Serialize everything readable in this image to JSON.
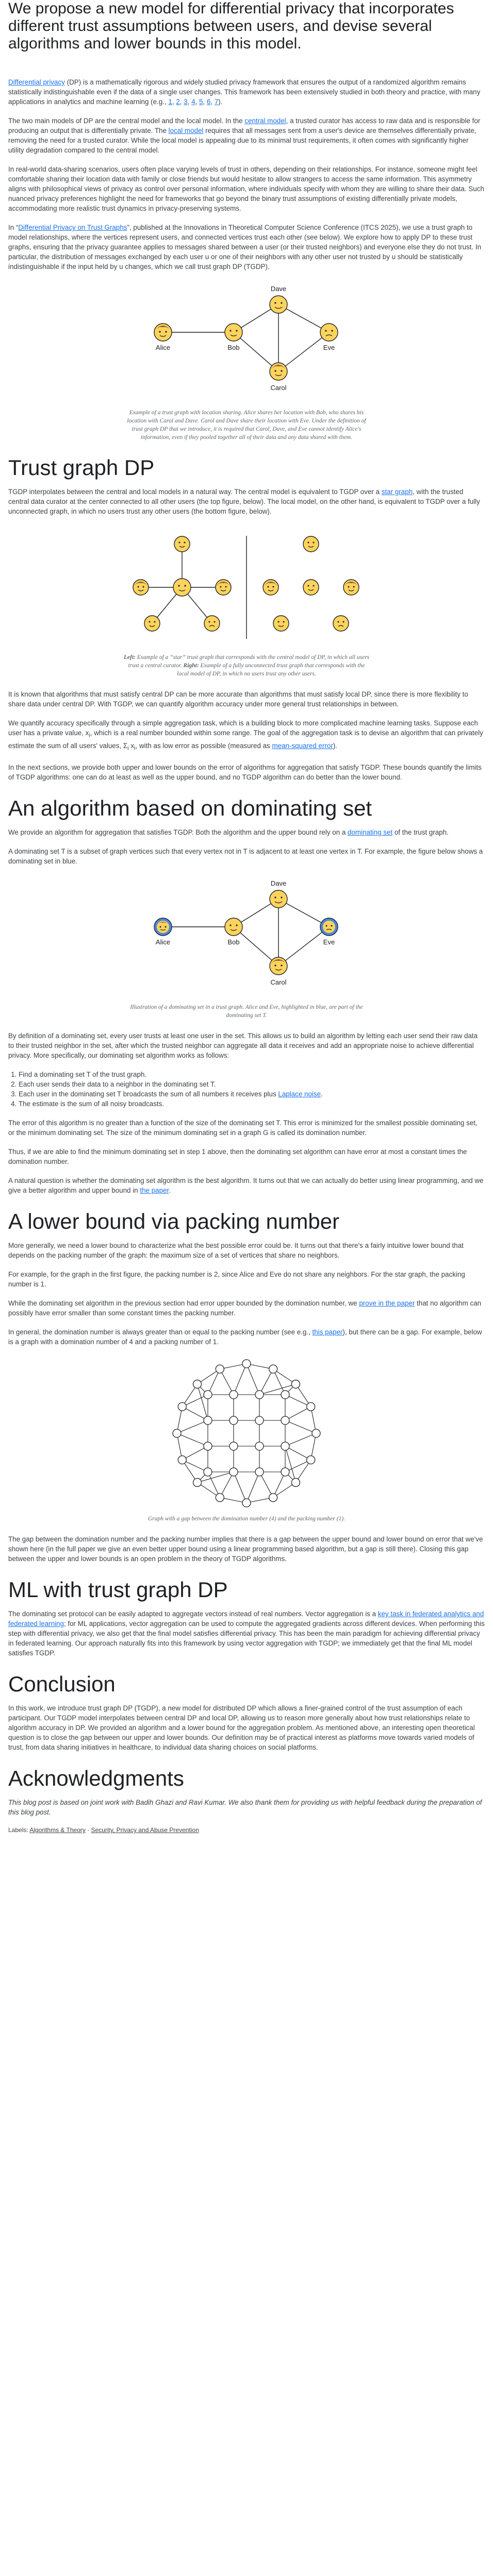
{
  "lede": "We propose a new model for differential privacy that incorporates different trust assumptions between users, and devise several algorithms and lower bounds in this model.",
  "intro": {
    "p1": {
      "link_dp": "Differential privacy",
      "t1": " (DP) is a mathematically rigorous and widely studied privacy framework that ensures the output of a randomized algorithm remains statistically indistinguishable even if the data of a single user changes. This framework has been extensively studied in both theory and practice, with many applications in analytics and machine learning (e.g., ",
      "refs": [
        "1",
        "2",
        "3",
        "4",
        "5",
        "6",
        "7"
      ],
      "t2": ")."
    },
    "p2": {
      "t1": "The two main models of DP are the central model and the local model. In the ",
      "link_central": "central model",
      "t2": ", a trusted curator has access to raw data and is responsible for producing an output that is differentially private. The ",
      "link_local": "local model",
      "t3": " requires that all messages sent from a user's device are themselves differentially private, removing the need for a trusted curator. While the local model is appealing due to its minimal trust requirements, it often comes with significantly higher utility degradation compared to the central model."
    },
    "p3": "In real-world data-sharing scenarios, users often place varying levels of trust in others, depending on their relationships. For instance, someone might feel comfortable sharing their location data with family or close friends but would hesitate to allow strangers to access the same information. This asymmetry aligns with philosophical views of privacy as control over personal information, where individuals specify with whom they are willing to share their data. Such nuanced privacy preferences highlight the need for frameworks that go beyond the binary trust assumptions of existing differentially private models, accommodating more realistic trust dynamics in privacy-preserving systems.",
    "p4": {
      "t1": "In “",
      "link_paper": "Differential Privacy on Trust Graphs",
      "t2": "”, published at the Innovations in Theoretical Computer Science Conference (ITCS 2025), we use a trust graph to model relationships, where the vertices represent users, and connected vertices trust each other (see below). We explore how to apply DP to these trust graphs, ensuring that the privacy guarantee applies to messages shared between a user (or their trusted neighbors) and everyone else they do not trust. In particular, the distribution of messages exchanged by each user u or one of their neighbors with any other user not trusted by u should be statistically indistinguishable if the input held by u changes, which we call trust graph DP (TGDP)."
    }
  },
  "figure1": {
    "nodes": {
      "dave": "Dave",
      "alice": "Alice",
      "bob": "Bob",
      "eve": "Eve",
      "carol": "Carol"
    },
    "caption": "Example of a trust graph with location sharing. Alice shares her location with Bob, who shares his location with Carol and Dave. Carol and Dave share their location with Eve. Under the definition of trust graph DP that we introduce, it is required that Carol, Dave, and Eve cannot identify Alice's information, even if they pooled together all of their data and any data shared with them."
  },
  "trust_graph_dp": {
    "heading": "Trust graph DP",
    "p1": {
      "t1": "TGDP interpolates between the central and local models in a natural way. The central model is equivalent to TGDP over a ",
      "link_star": "star graph",
      "t2": ", with the trusted central data curator at the center connected to all other users (the top figure, below). The local model, on the other hand, is equivalent to TGDP over a fully unconnected graph, in which no users trust any other users (the bottom figure, below)."
    },
    "caption_left_bold": "Left:",
    "caption_left": " Example of a “star” trust graph that corresponds with the central model of DP, in which all users trust a central curator. ",
    "caption_right_bold": "Right:",
    "caption_right": " Example of a fully unconnected trust graph that corresponds with the local model of DP, in which no users trust any other users.",
    "p2": "It is known that algorithms that must satisfy central DP can be more accurate than algorithms that must satisfy local DP, since there is more flexibility to share data under central DP. With TGDP, we can quantify algorithm accuracy under more general trust relationships in between.",
    "p3": {
      "t1": "We quantify accuracy specifically through a simple aggregation task, which is a building block to more complicated machine learning tasks. Suppose each user has a private value, x",
      "sub_i": "i",
      "t2": ", which is a real number bounded within some range. The goal of the aggregation task is to devise an algorithm that can privately estimate the sum of all users' values, Σ",
      "sub_i2": "i",
      "t3": " x",
      "sub_i3": "i",
      "t4": ", with as low error as possible (measured as ",
      "link_mse": "mean-squared error",
      "t5": ")."
    },
    "p4": "In the next sections, we provide both upper and lower bounds on the error of algorithms for aggregation that satisfy TGDP. These bounds quantify the limits of TGDP algorithms: one can do at least as well as the upper bound, and no TGDP algorithm can do better than the lower bound."
  },
  "dominating": {
    "heading": "An algorithm based on dominating set",
    "p1": {
      "t1": "We provide an algorithm for aggregation that satisfies TGDP. Both the algorithm and the upper bound rely on a ",
      "link_ds": "dominating set",
      "t2": " of the trust graph."
    },
    "p2": "A dominating set T is a subset of graph vertices such that every vertex not in T is adjacent to at least one vertex in T. For example, the figure below shows a dominating set in blue.",
    "caption": "Illustration of a dominating set in a trust graph. Alice and Eve, highlighted in blue, are part of the dominating set T.",
    "p3": "By definition of a dominating set, every user trusts at least one user in the set. This allows us to build an algorithm by letting each user send their raw data to their trusted neighbor in the set, after which the trusted neighbor can aggregate all data it receives and add an appropriate noise to achieve differential privacy. More specifically, our dominating set algorithm works as follows:",
    "steps": [
      "Find a dominating set T of the trust graph.",
      "Each user sends their data to a neighbor in the dominating set T.",
      "Each user in the dominating set T broadcasts the sum of all numbers it receives plus ",
      "The estimate is the sum of all noisy broadcasts."
    ],
    "step3_link": "Laplace noise",
    "step3_end": ".",
    "p4": "The error of this algorithm is no greater than a function of the size of the dominating set T. This error is minimized for the smallest possible dominating set, or the minimum dominating set. The size of the minimum dominating set in a graph G is called its domination number.",
    "p5": "Thus, if we are able to find the minimum dominating set in step 1 above, then the dominating set algorithm can have error at most a constant times the domination number.",
    "p6": {
      "t1": "A natural question is whether the dominating set algorithm is the best algorithm. It turns out that we can actually do better using linear programming, and we give a better algorithm and upper bound in ",
      "link": "the paper",
      "t2": "."
    }
  },
  "lower_bound": {
    "heading": "A lower bound via packing number",
    "p1": "More generally, we need a lower bound to characterize what the best possible error could be. It turns out that there's a fairly intuitive lower bound that depends on the packing number of the graph: the maximum size of a set of vertices that share no neighbors.",
    "p2": "For example, for the graph in the first figure, the packing number is 2, since Alice and Eve do not share any neighbors. For the star graph, the packing number is 1.",
    "p3": {
      "t1": "While the dominating set algorithm in the previous section had error upper bounded by the domination number, we ",
      "link": "prove in the paper",
      "t2": " that no algorithm can possibly have error smaller than some constant times the packing number."
    },
    "p4": {
      "t1": "In general, the domination number is always greater than or equal to the packing number (see e.g., ",
      "link": "this paper",
      "t2": "), but there can be a gap. For example, below is a graph with a domination number of 4 and a packing number of 1."
    },
    "caption": "Graph with a gap between the domination number (4) and the packing number (1).",
    "p5": "The gap between the domination number and the packing number implies that there is a gap between the upper bound and lower bound on error that we've shown here (in the full paper we give an even better upper bound using a linear programming based algorithm, but a gap is still there). Closing this gap between the upper and lower bounds is an open problem in the theory of TGDP algorithms."
  },
  "ml": {
    "heading": "ML with trust graph DP",
    "p1": {
      "t1": "The dominating set protocol can be easily adapted to aggregate vectors instead of real numbers. Vector aggregation is a ",
      "link": "key task in federated analytics and federated learning",
      "t2": "; for ML applications, vector aggregation can be used to compute the aggregated gradients across different devices. When performing this step with differential privacy, we also get that the final model satisfies differential privacy. This has been the main paradigm for achieving differential privacy in federated learning. Our approach naturally fits into this framework by using vector aggregation with TGDP; we immediately get that the final ML model satisfies TGDP."
    }
  },
  "conclusion": {
    "heading": "Conclusion",
    "p1": "In this work, we introduce trust graph DP (TGDP), a new model for distributed DP which allows a finer-grained control of the trust assumption of each participant. Our TGDP model interpolates between central DP and local DP, allowing us to reason more generally about how trust relationships relate to algorithm accuracy in DP. We provided an algorithm and a lower bound for the aggregation problem. As mentioned above, an interesting open theoretical question is to close the gap between our upper and lower bounds. Our definition may be of practical interest as platforms move towards varied models of trust, from data sharing initiatives in healthcare, to individual data sharing choices on social platforms."
  },
  "acknowledgments": {
    "heading": "Acknowledgments",
    "p1": "This blog post is based on joint work with Badih Ghazi and Ravi Kumar. We also thank them for providing us with helpful feedback during the preparation of this blog post."
  },
  "labels": {
    "prefix": "Labels: ",
    "items": [
      "Algorithms & Theory",
      "Security, Privacy and Abuse Prevention"
    ],
    "sep": " · "
  },
  "colors": {
    "link": "#1a73e8",
    "face_yellow": "#fcd35c",
    "face_blue": "#4a86e0",
    "edge": "#202124",
    "text": "#3c4043"
  }
}
